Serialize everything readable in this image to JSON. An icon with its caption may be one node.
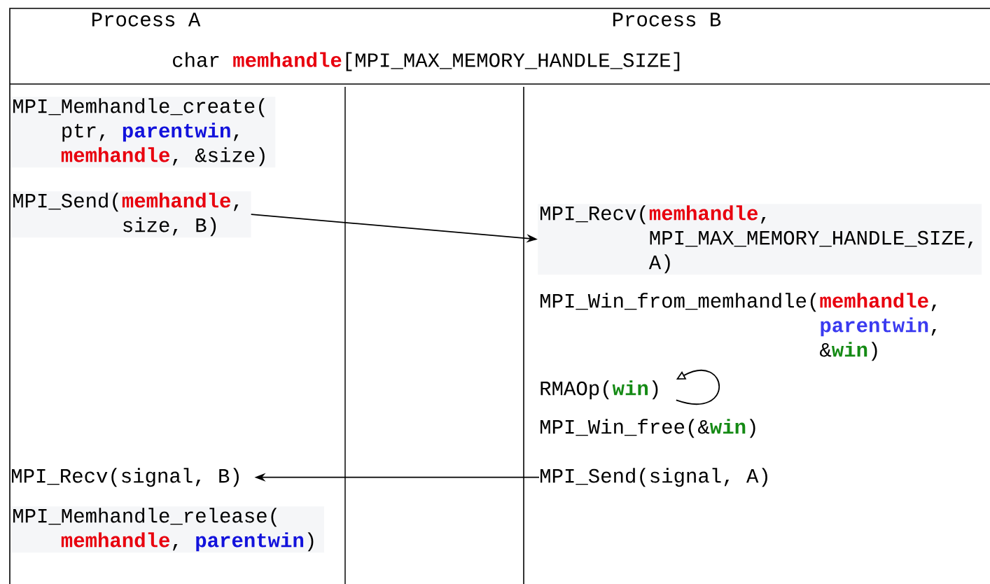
{
  "diagram": {
    "nodes": [
      {
        "text": [
          "MPI_Memhandle_create( ptr, **parentwin**, **memhandle**, &size)"
        ]
      },
      {
        "text": [
          "MPI_Send(**memhandle**, size, B)"
        ]
      },
      {
        "text": [
          "MPI_Recv(**memhandle**, MPI_MAX_MEMORY_HANDLE_SIZE, A)"
        ]
      },
      {
        "text": [
          "MPI_Win_from_memhandle(**memhandle**, **parentwin**, &**win**)"
        ]
      },
      {
        "text": [
          "RMAOp(**win**)"
        ]
      },
      {
        "text": [
          "MPI_Win_free(&**win**)"
        ]
      },
      {
        "text": [
          "MPI_Recv(signal, B)"
        ]
      },
      {
        "text": [
          "MPI_Send(signal, A)"
        ]
      },
      {
        "text": [
          "MPI_Memhandle_release( **memhandle**, **parentwin**)"
        ]
      }
    ],
    "edges": [
      {
        "from": 1,
        "to": 2,
        "arrow": "to"
      },
      {
        "from": 4,
        "to": 4,
        "arrow": "to"
      },
      {
        "from": 7,
        "to": 6,
        "arrow": "to"
      }
    ],
    "labels": [
      "Process A",
      "Process B",
      "char **memhandle**[MPI_MAX_MEMORY_HANDLE_SIZE]"
    ]
  }
}
